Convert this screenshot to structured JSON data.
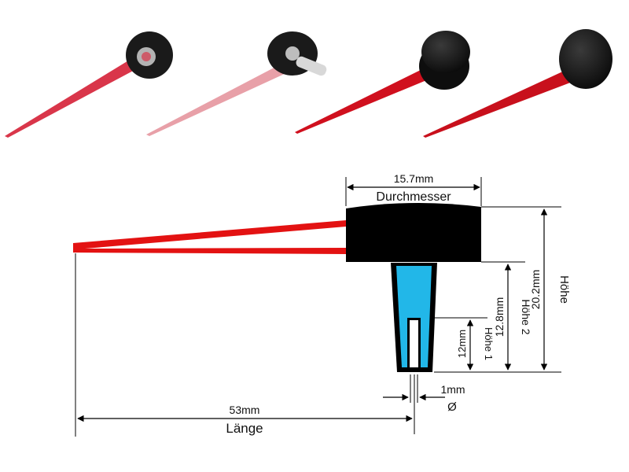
{
  "photos": [
    {
      "name": "needle-photo-1",
      "needle_color": "#d9364a",
      "cap_color": "#1a1a1a"
    },
    {
      "name": "needle-photo-2",
      "needle_color": "#e8a0a8",
      "cap_color": "#1a1a1a"
    },
    {
      "name": "needle-photo-3",
      "needle_color": "#d0101e",
      "cap_color": "#111111"
    },
    {
      "name": "needle-photo-4",
      "needle_color": "#c8101c",
      "cap_color": "#0c0c0c"
    }
  ],
  "diagram": {
    "colors": {
      "needle": "#e31212",
      "cap": "#000000",
      "shaft": "#22b7e8",
      "line": "#000000"
    },
    "dims": {
      "diameter_value": "15.7mm",
      "diameter_label": "Durchmesser",
      "height_value": "20.2mm",
      "height_label": "Höhe",
      "height2_value": "12.8mm",
      "height2_label": "Höhe 2",
      "height1_value": "12mm",
      "height1_label": "Höhe 1",
      "hole_value": "1mm",
      "hole_label": "Ø",
      "length_value": "53mm",
      "length_label": "Länge"
    }
  }
}
